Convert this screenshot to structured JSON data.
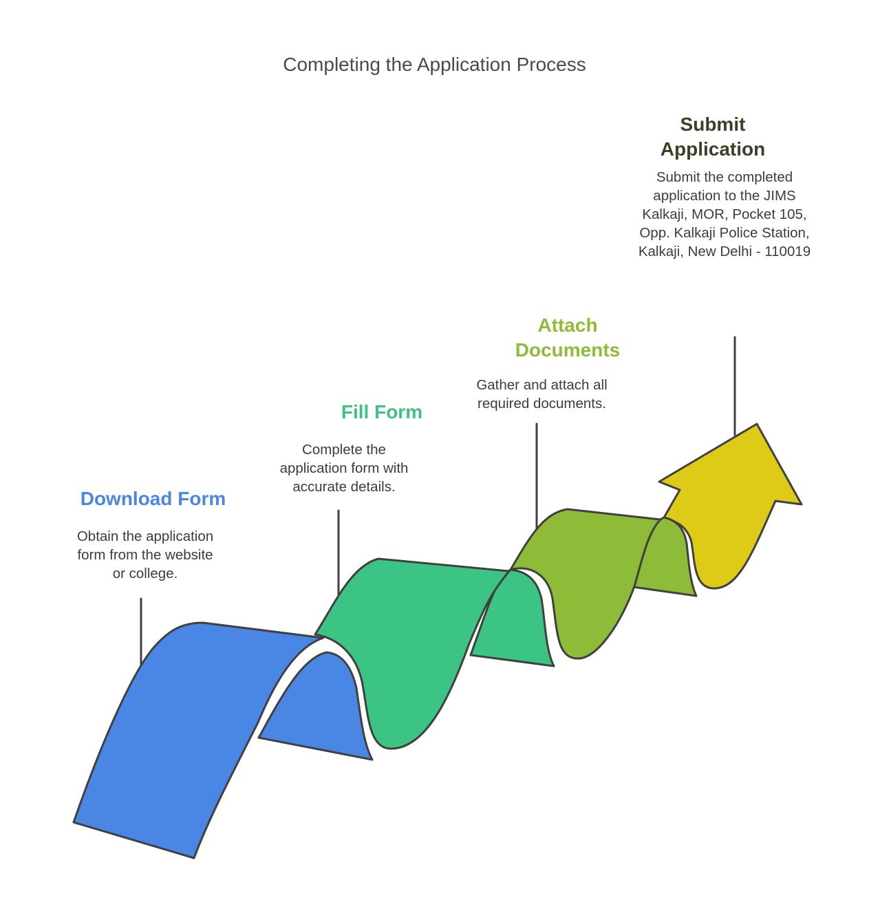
{
  "title": "Completing the Application Process",
  "colors": {
    "download": "#4A86E4",
    "fill": "#3CC484",
    "attach": "#8FBC38",
    "submit": "#DDCB18",
    "outline": "#404040",
    "submit_title": "#3F3F28"
  },
  "steps": [
    {
      "title": "Download Form",
      "desc": [
        "Obtain the application",
        "form from the website",
        "or college."
      ]
    },
    {
      "title": "Fill Form",
      "desc": [
        "Complete the",
        "application form with",
        "accurate details."
      ]
    },
    {
      "title": [
        "Attach",
        "Documents"
      ],
      "desc": [
        "Gather and attach all",
        "required documents."
      ]
    },
    {
      "title": [
        "Submit",
        "Application"
      ],
      "desc": [
        "Submit the completed",
        "application to the JIMS",
        "Kalkaji, MOR, Pocket 105,",
        "Opp. Kalkaji Police Station,",
        "Kalkaji, New Delhi - 110019"
      ]
    }
  ]
}
